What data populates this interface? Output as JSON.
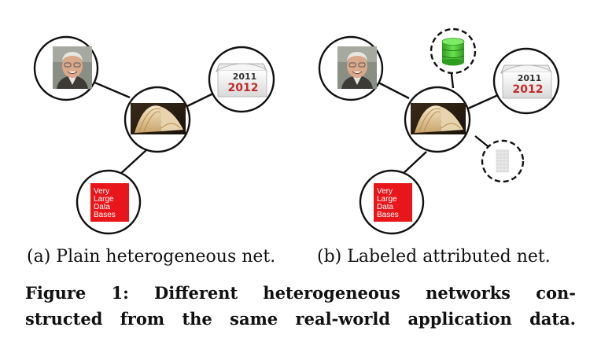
{
  "panels": [
    {
      "id": "a",
      "caption": "(a) Plain heterogeneous net.",
      "calendar_years": [
        "2011",
        "2012"
      ],
      "venue_label": [
        "Very",
        "Large",
        "Data",
        "Bases"
      ]
    },
    {
      "id": "b",
      "caption": "(b) Labeled attributed net.",
      "calendar_years": [
        "2011",
        "2012"
      ],
      "venue_label": [
        "Very",
        "Large",
        "Data",
        "Bases"
      ]
    }
  ],
  "figure_caption": {
    "line1": "Figure 1:  Different heterogeneous networks con-",
    "line2": "structed from the same real-world application data."
  },
  "icons": {
    "author": "person-photo-icon",
    "paper": "open-book-icon",
    "year": "calendar-icon",
    "venue": "vldb-logo-icon",
    "label": "database-icon",
    "attribute": "feature-matrix-icon"
  },
  "colors": {
    "venue_red": "#e8161b",
    "database_green": "#3fbf2c",
    "calendar_red": "#c42a2a",
    "node_stroke": "#111111"
  }
}
